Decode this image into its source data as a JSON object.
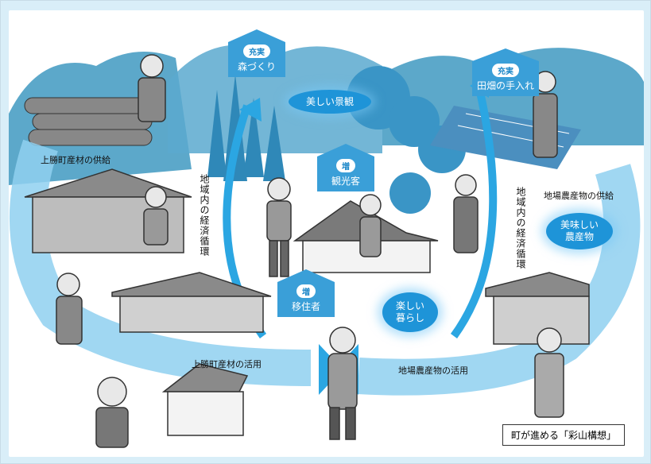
{
  "labels": {
    "forest_badge_tag": "充実",
    "forest_badge_text": "森づくり",
    "field_badge_tag": "充実",
    "field_badge_text": "田畑の手入れ",
    "tourist_badge_tag": "増",
    "tourist_badge_text": "観光客",
    "resident_badge_tag": "増",
    "resident_badge_text": "移住者",
    "scenery": "美しい景観",
    "tasty_produce": "美味しい\n農産物",
    "fun_living": "楽しい\n暮らし",
    "timber_supply": "上勝町産材の供給",
    "timber_use": "上勝町産材の活用",
    "produce_supply": "地場農産物の供給",
    "produce_use": "地場農産物の活用",
    "economy_left": "地域内の経済循環",
    "economy_right": "地域内の経済循環",
    "caption": "町が進める「彩山構想」"
  },
  "colors": {
    "arrow": "#2ba6e2",
    "arrow_pale": "#8fd0f0",
    "badge": "#3a9fd8",
    "oval": "#1e94d8",
    "mountain": "#4a9fc4"
  }
}
